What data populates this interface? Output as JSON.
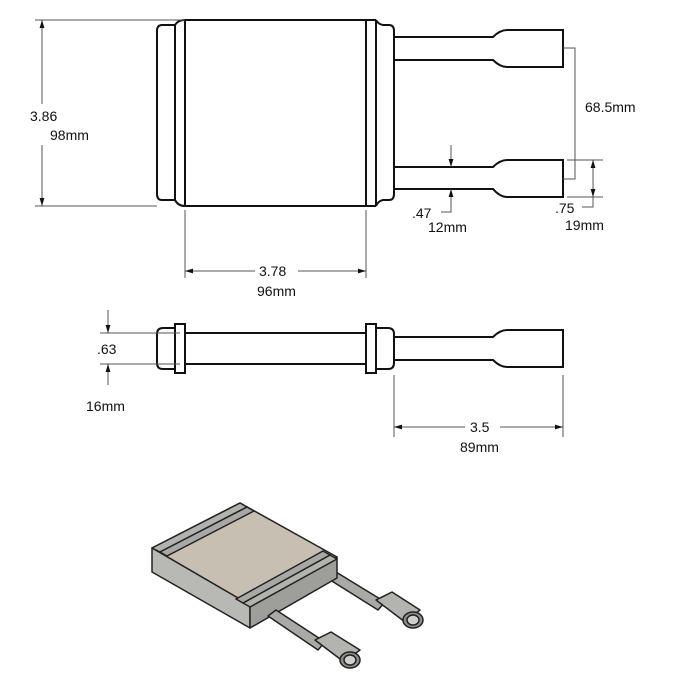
{
  "top_view": {
    "height_in": "3.86",
    "height_mm": "98mm",
    "width_in": "3.78",
    "width_mm": "96mm",
    "tube_spacing_mm": "68.5mm",
    "tube_dia_in": ".47",
    "tube_dia_mm": "12mm",
    "fitting_dia_in": ".75",
    "fitting_dia_mm": "19mm"
  },
  "side_view": {
    "thickness_in": ".63",
    "thickness_mm": "16mm",
    "tube_length_in": "3.5",
    "tube_length_mm": "89mm"
  },
  "colors": {
    "line": "#111111",
    "dim": "#555555",
    "body": "#bfb7ab",
    "metal": "#a9a9a6"
  }
}
